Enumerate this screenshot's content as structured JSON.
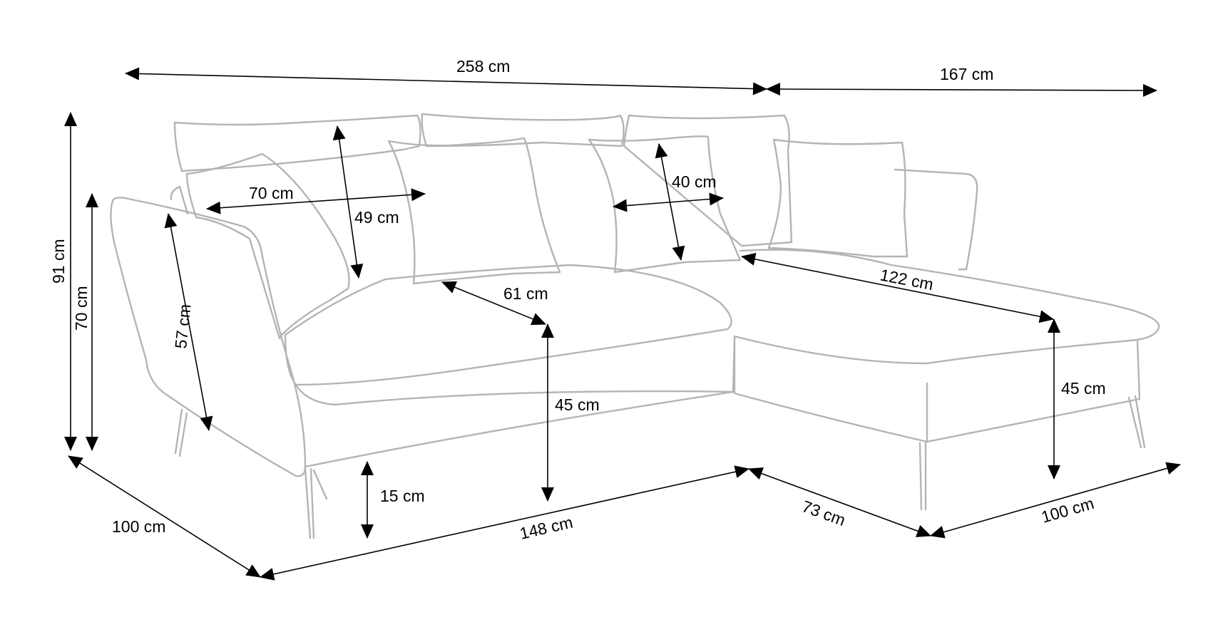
{
  "dimensions": {
    "total_width": "258 cm",
    "chaise_length": "167 cm",
    "total_height": "91 cm",
    "armrest_height": "70 cm",
    "backrest_depth": "57 cm",
    "cushion_width": "70 cm",
    "cushion_height": "49 cm",
    "small_cushion": "40 cm",
    "seat_depth": "61 cm",
    "chaise_seat_length": "122 cm",
    "seat_height": "45 cm",
    "chaise_seat_height": "45 cm",
    "leg_height": "15 cm",
    "depth": "100 cm",
    "sofa_length": "148 cm",
    "chaise_width": "73 cm",
    "chaise_depth": "100 cm"
  },
  "colors": {
    "outline": "#b4b4b4",
    "dimension": "#000000"
  }
}
